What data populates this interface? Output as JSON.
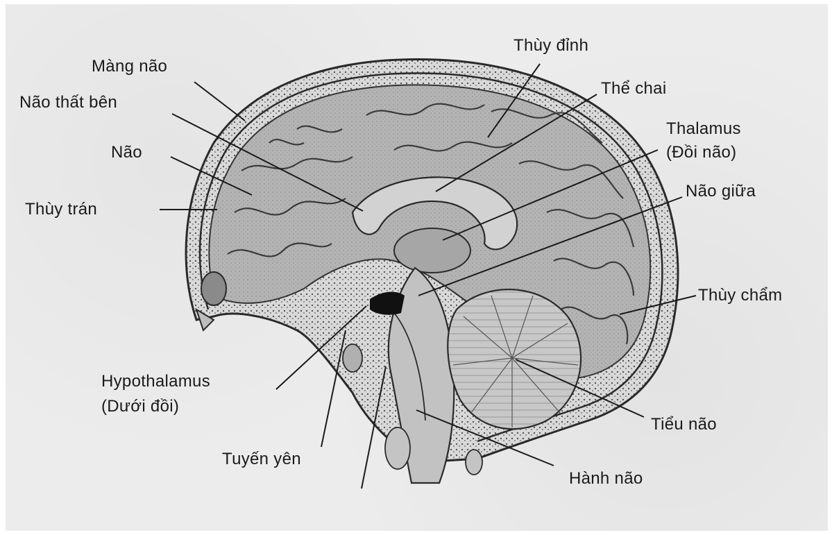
{
  "labels": {
    "mang_nao": "Màng não",
    "nao_that_ben": "Não thất bên",
    "nao": "Não",
    "thuy_tran": "Thùy trán",
    "thuy_dinh": "Thùy đỉnh",
    "the_chai": "Thể chai",
    "thalamus": "Thalamus",
    "thalamus_vn": "(Đồi não)",
    "nao_giua": "Não giữa",
    "thuy_cham": "Thùy chẩm",
    "hypothalamus": "Hypothalamus",
    "hypothalamus_vn": "(Dưới đồi)",
    "tuyen_yen": "Tuyến yên",
    "tieu_nao": "Tiểu não",
    "hanh_nao": "Hành não"
  },
  "colors": {
    "ink": "#1a1a1a",
    "brain_fill": "#b9b9b9",
    "skull_fill": "#d6d6d6",
    "paper": "#ececec"
  }
}
